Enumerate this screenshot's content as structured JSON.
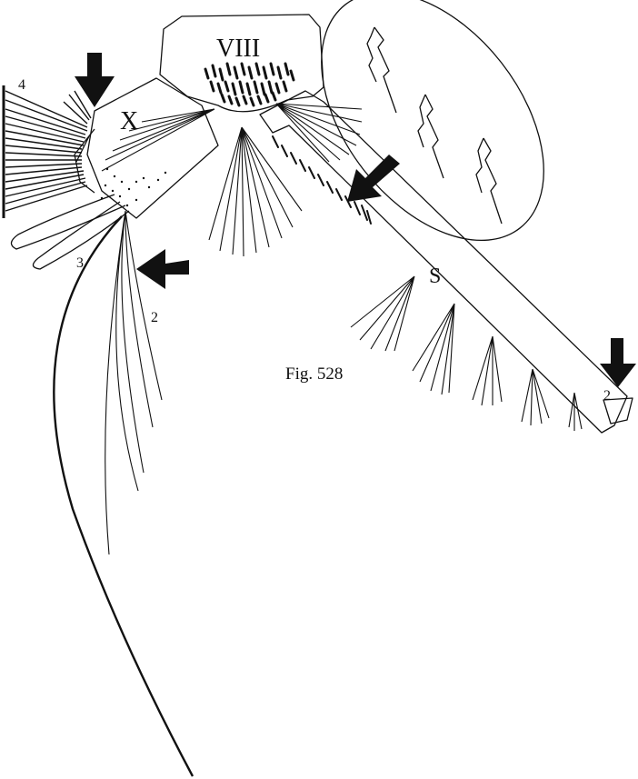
{
  "labels": {
    "segment_viii": "VIII",
    "segment_x": "X",
    "siphon": "S",
    "seta_4": "4",
    "seta_3": "3",
    "seta_2_anal": "2",
    "seta_2_siphon": "2",
    "caption": "Fig. 528"
  },
  "colors": {
    "ink": "#111111",
    "paper": "#ffffff"
  }
}
